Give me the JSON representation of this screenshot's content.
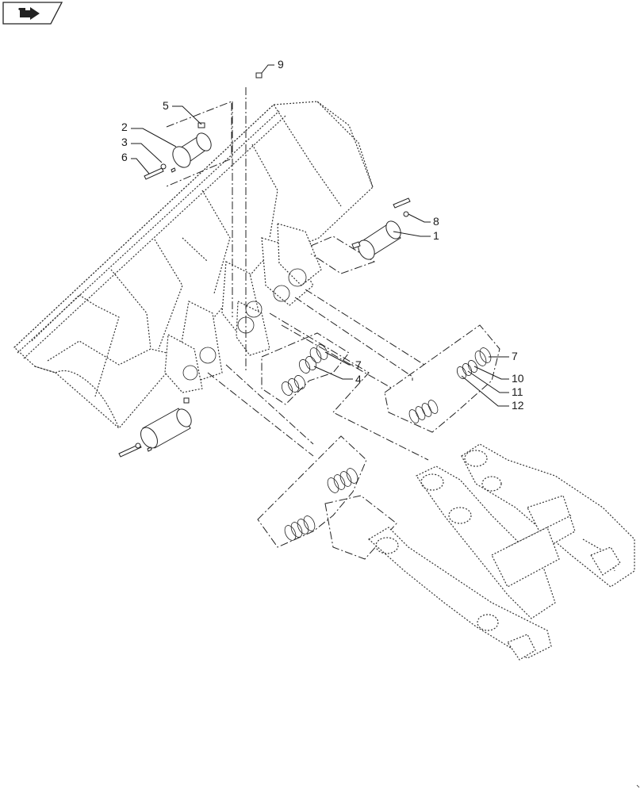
{
  "nav_icon": "back-arrow-icon",
  "callouts": {
    "c1": "1",
    "c2": "2",
    "c3": "3",
    "c4": "4",
    "c5": "5",
    "c6": "6",
    "c7a": "7",
    "c7b": "7",
    "c8": "8",
    "c9": "9",
    "c10": "10",
    "c11": "11",
    "c12": "12"
  }
}
